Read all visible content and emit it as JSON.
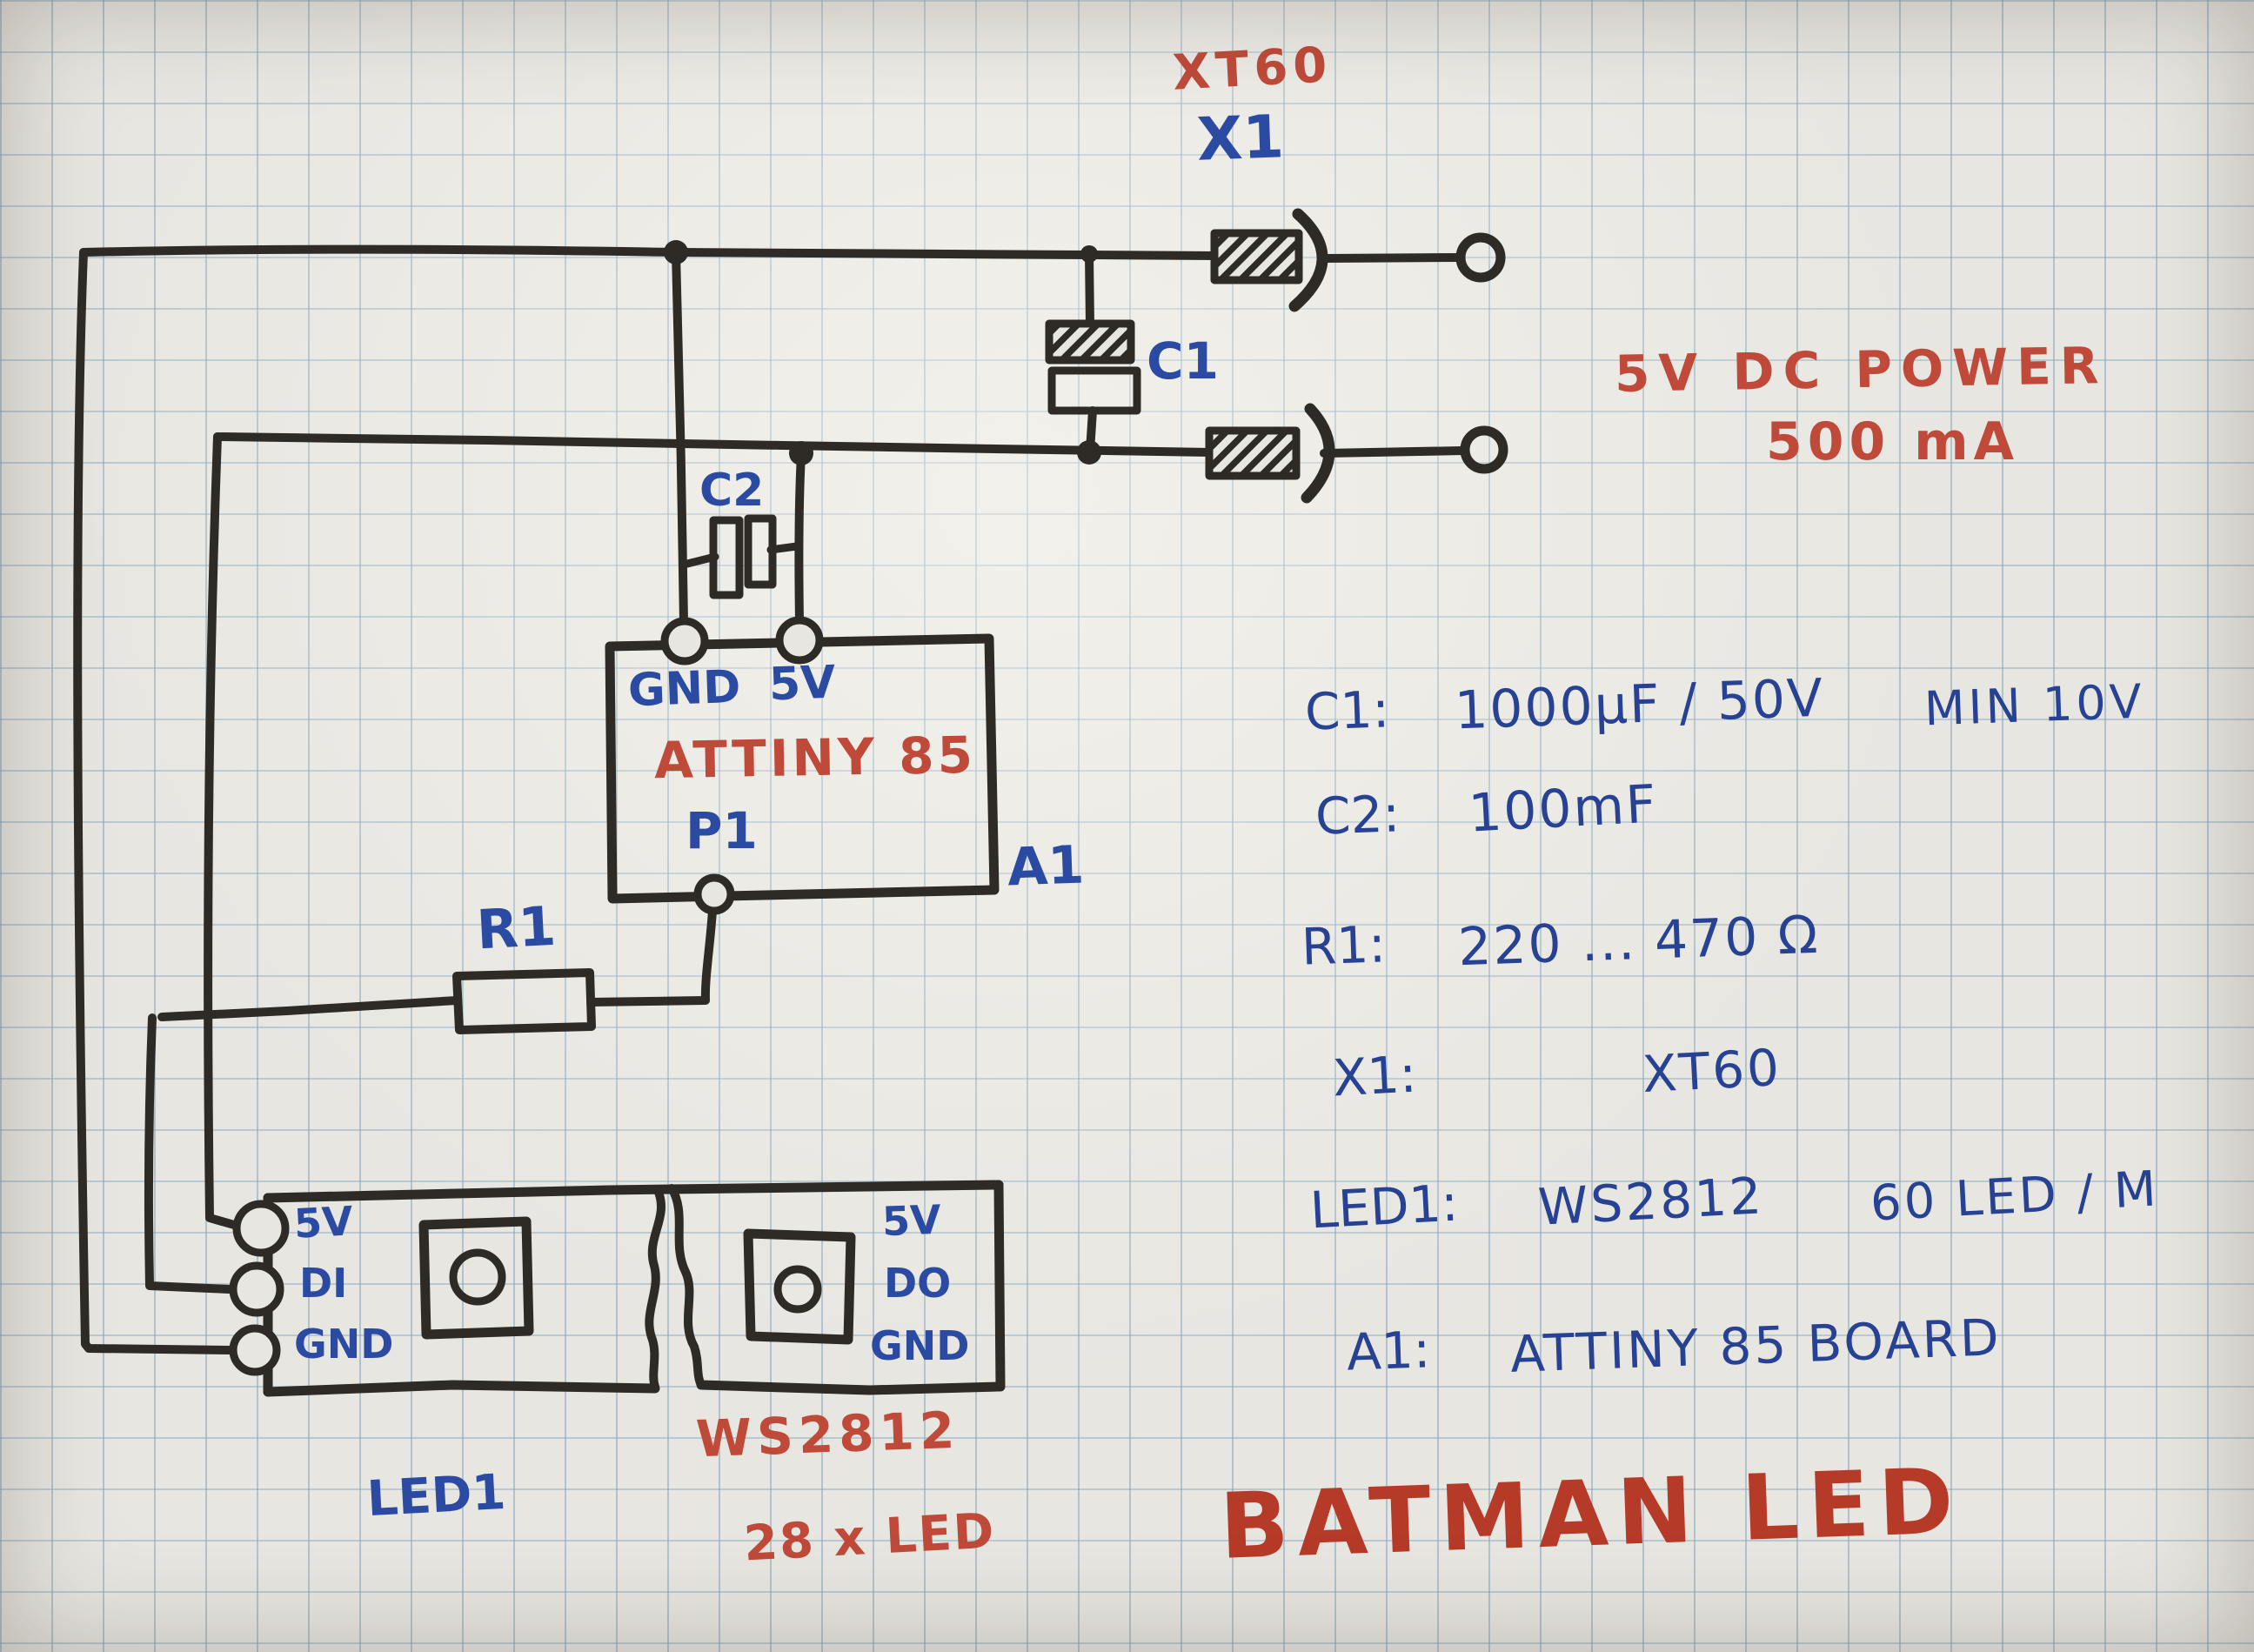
{
  "title": "BATMAN LED",
  "connector_x1": {
    "type": "XT60",
    "ref": "X1"
  },
  "power": {
    "line1": "5V DC POWER",
    "line2": "500 mA"
  },
  "c1": {
    "label": "C1"
  },
  "c2": {
    "label": "C2"
  },
  "r1": {
    "label": "R1"
  },
  "attiny": {
    "pin_gnd": "GND",
    "pin_5v": "5V",
    "name": "ATTINY 85",
    "pin_p1": "P1",
    "ref": "A1"
  },
  "led_strip_1": {
    "pin_5v": "5V",
    "pin_di": "DI",
    "pin_gnd": "GND",
    "label": "LED1"
  },
  "led_strip_2": {
    "pin_5v": "5V",
    "pin_do": "DO",
    "pin_gnd": "GND",
    "type": "WS2812",
    "count": "28 x LED"
  },
  "bom": [
    {
      "ref": "C1:",
      "value": "1000μF / 50V",
      "note": "MIN 10V"
    },
    {
      "ref": "C2:",
      "value": "100mF",
      "note": ""
    },
    {
      "ref": "R1:",
      "value": "220 ... 470 Ω",
      "note": ""
    },
    {
      "ref": "X1:",
      "value": "XT60",
      "note": ""
    },
    {
      "ref": "LED1:",
      "value": "WS2812",
      "note": "60 LED / M"
    },
    {
      "ref": "A1:",
      "value": "ATTINY 85 BOARD",
      "note": ""
    }
  ],
  "colors": {
    "ink": "#2e2a26",
    "pen_blue": "#2b4ba3",
    "list_blue": "#274193",
    "marker_red": "#bf4a3a",
    "title_red": "#b63a28",
    "paper": "#e8e6e1",
    "grid": "#82a5bc"
  }
}
